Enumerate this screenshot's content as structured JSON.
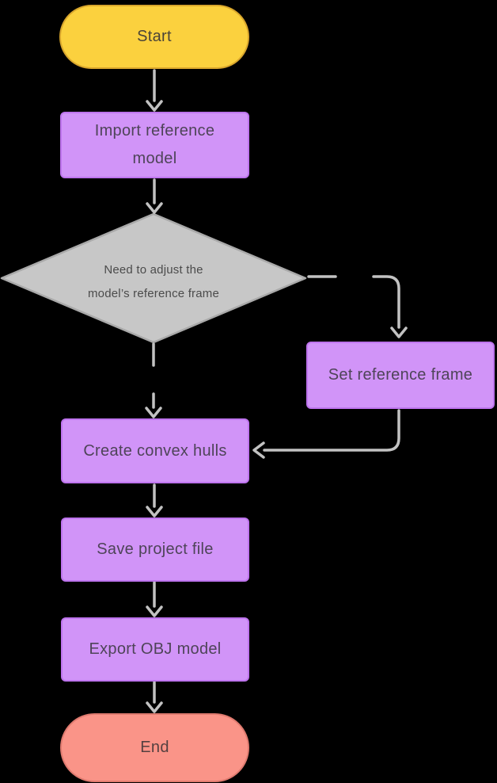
{
  "diagram": {
    "type": "flowchart",
    "nodes": {
      "start": {
        "shape": "terminator",
        "label": "Start"
      },
      "import": {
        "shape": "process",
        "label": "Import reference model"
      },
      "decision": {
        "shape": "decision",
        "lines": [
          "Need to adjust the",
          "model’s reference frame"
        ]
      },
      "setref": {
        "shape": "process",
        "label": "Set reference frame"
      },
      "hulls": {
        "shape": "process",
        "label": "Create convex hulls"
      },
      "save": {
        "shape": "process",
        "label": "Save project file"
      },
      "export": {
        "shape": "process",
        "label": "Export OBJ model"
      },
      "end": {
        "shape": "terminator",
        "label": "End"
      }
    },
    "edges": [
      {
        "from": "start",
        "to": "import",
        "style": "solid"
      },
      {
        "from": "import",
        "to": "decision",
        "style": "solid"
      },
      {
        "from": "decision",
        "to": "hulls",
        "style": "dashed"
      },
      {
        "from": "decision",
        "to": "setref",
        "style": "dashed"
      },
      {
        "from": "setref",
        "to": "hulls",
        "style": "solid"
      },
      {
        "from": "hulls",
        "to": "save",
        "style": "solid"
      },
      {
        "from": "save",
        "to": "export",
        "style": "solid"
      },
      {
        "from": "export",
        "to": "end",
        "style": "solid"
      }
    ],
    "colors": {
      "background": "#000000",
      "start_fill": "#FBD13E",
      "start_border": "#D9A62C",
      "process_fill": "#D194F8",
      "process_border": "#BE74EE",
      "decision_fill": "#C7C7C7",
      "decision_border": "#A9A9A9",
      "end_fill": "#FA9488",
      "end_border": "#DF7A6F",
      "connector": "#C2C2C2",
      "text_dark": "#4B4B4B",
      "text_purple": "#4E4458"
    }
  }
}
